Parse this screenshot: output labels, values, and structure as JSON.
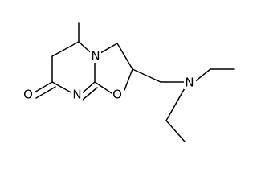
{
  "atoms": {
    "n_ring": "N",
    "n_imine": "N",
    "o_ring": "O",
    "o_carbonyl": "O",
    "n_amine": "N"
  },
  "colors": {
    "bond": "#000000",
    "background": "#ffffff"
  }
}
